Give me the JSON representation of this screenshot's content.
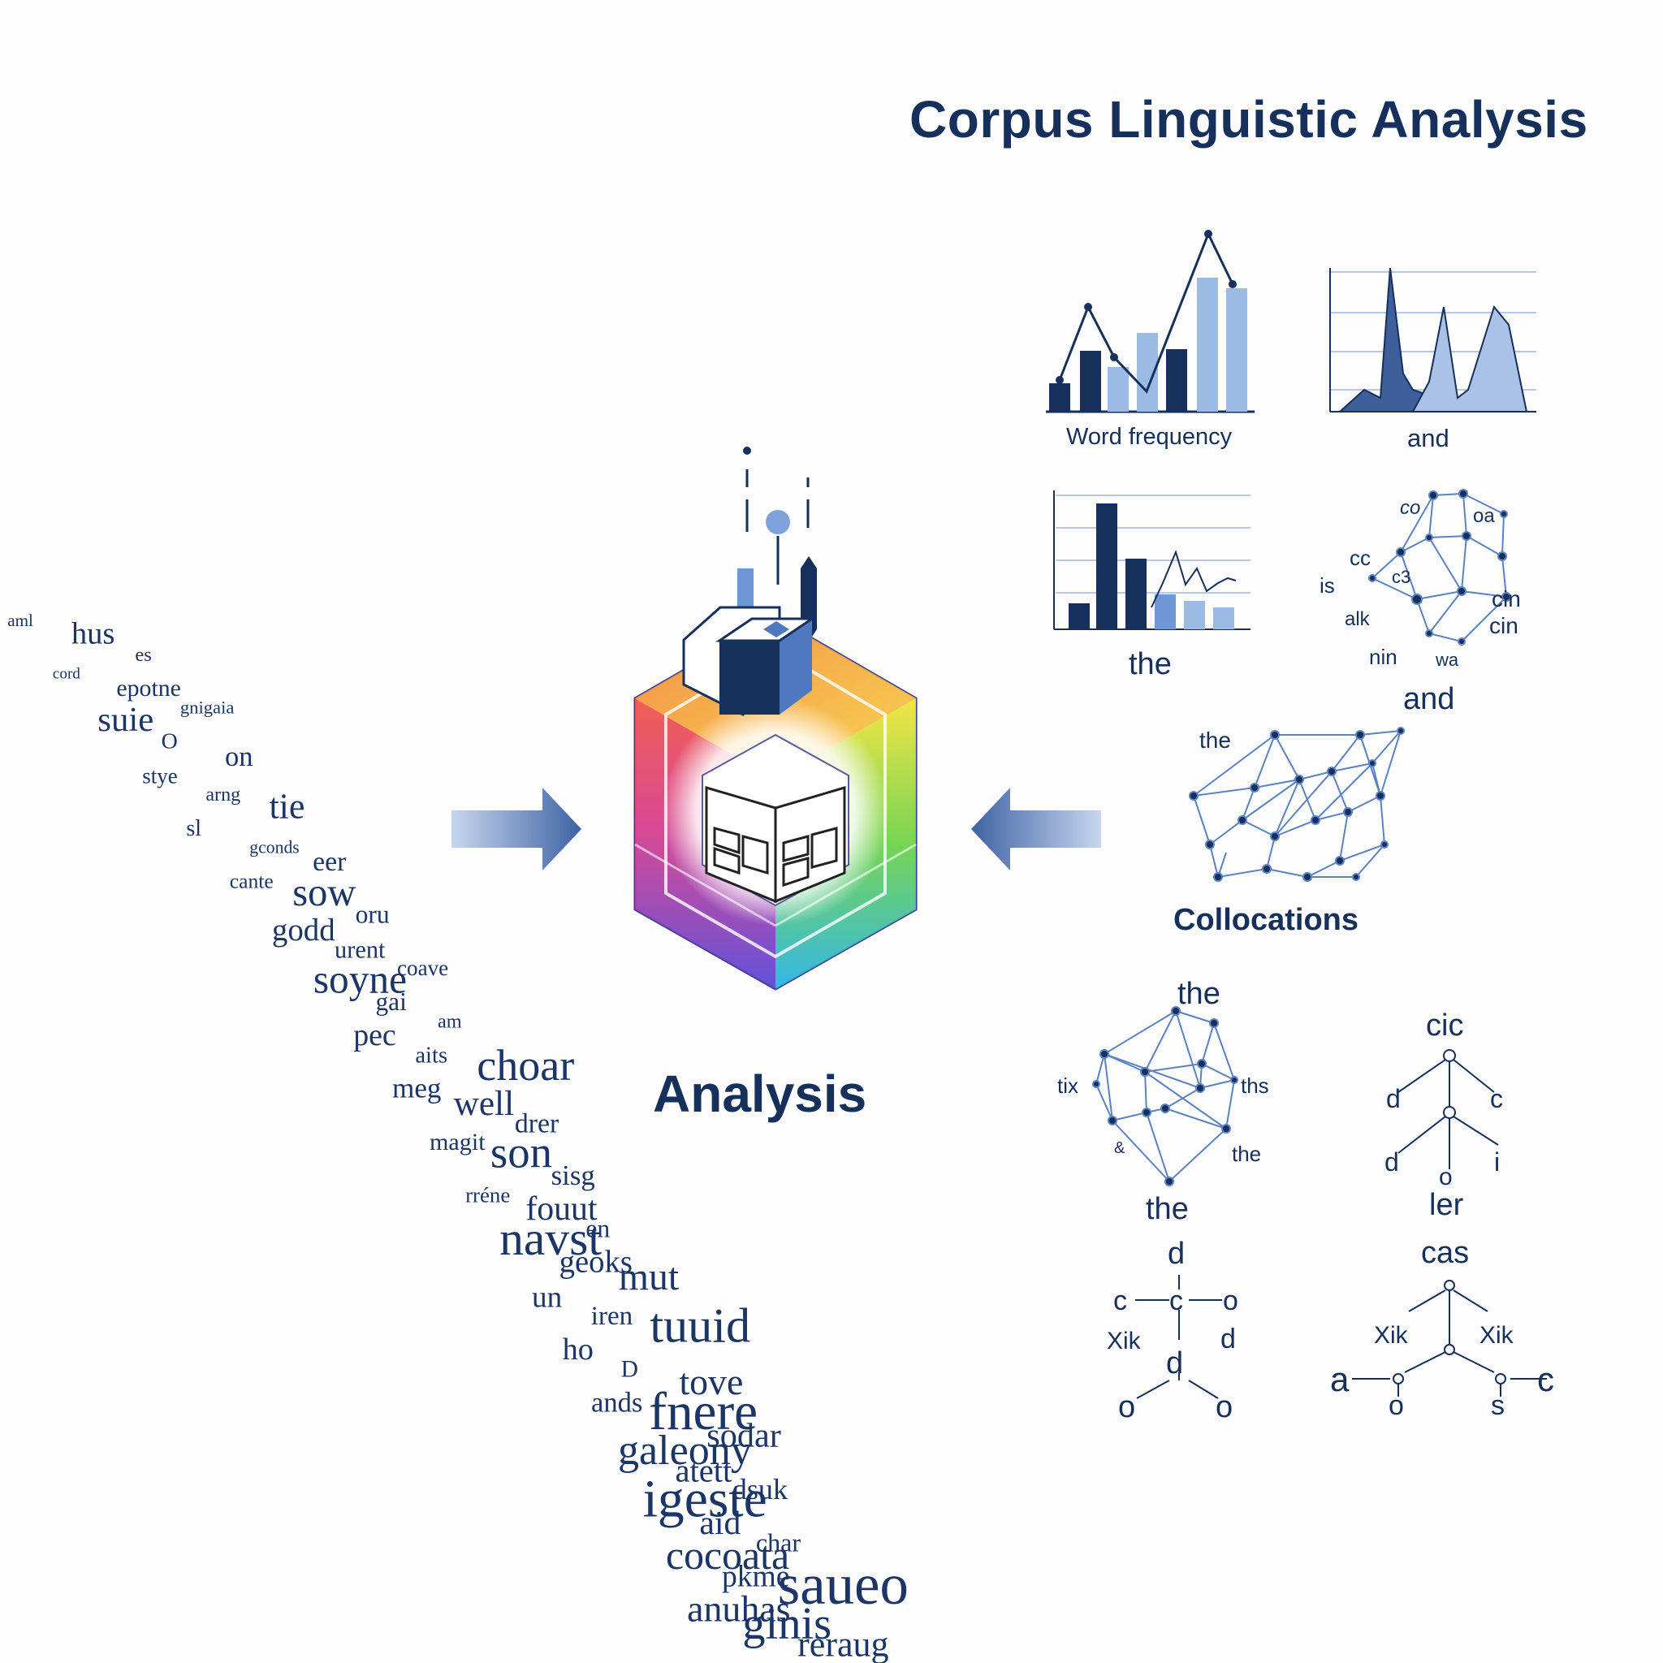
{
  "title": "Corpus Linguistic Analysis",
  "center_label": "Analysis",
  "colors": {
    "navy": "#16305c",
    "mid_blue": "#5b82c4",
    "light_blue": "#9bbbe4",
    "arrow_blue": "#4b6fad"
  },
  "icons": {
    "center": "analysis-cube-icon",
    "arrow_left": "arrow-right-icon",
    "arrow_right": "arrow-left-icon"
  },
  "panels": {
    "bar_line": {
      "label": "Word frequency"
    },
    "area": {
      "label": "and"
    },
    "bar_small": {
      "label": "the"
    },
    "network_small": {
      "label": "and",
      "nodes": [
        "co",
        "oa",
        "cc",
        "c3",
        "is",
        "cin",
        "alk",
        "cin",
        "nin",
        "wa"
      ]
    },
    "collocations": {
      "label": "Collocations",
      "node_label": "the"
    },
    "network_bottom": {
      "top_label": "the",
      "bottom_label": "the",
      "nodes": [
        "tix",
        "ths",
        "&",
        "the"
      ]
    },
    "tree_right": {
      "top_label": "cic",
      "nodes": [
        "d",
        "c",
        "d",
        "i",
        "o"
      ],
      "bottom_label": "ler"
    },
    "molecule_left": {
      "nodes": [
        "d",
        "c",
        "c",
        "o",
        "Xik",
        "d",
        "d",
        "o",
        "o"
      ]
    },
    "molecule_right": {
      "top_label": "cas",
      "nodes": [
        "Xik",
        "Xik",
        "a",
        "c",
        "o",
        "s"
      ]
    }
  },
  "word_stream": [
    "aml",
    "hus",
    "es",
    "cord",
    "epotne",
    "gnigaia",
    "suie",
    "O",
    "on",
    "stye",
    "arng",
    "tie",
    "sl",
    "gconds",
    "eer",
    "cante",
    "sow",
    "oru",
    "godd",
    "urent",
    "coave",
    "soyne",
    "gai",
    "am",
    "pec",
    "aits",
    "choar",
    "meg",
    "well",
    "drer",
    "magit",
    "son",
    "sisg",
    "rréne",
    "fouut",
    "en",
    "navst",
    "geoks",
    "mut",
    "un",
    "iren",
    "tuuid",
    "ho",
    "D",
    "tove",
    "ands",
    "fnere",
    "sodar",
    "galeony",
    "atett",
    "dsuk",
    "igeste",
    "aid",
    "char",
    "cocoata",
    "pkme",
    "saueo",
    "anuhas",
    "ginis",
    "reraug"
  ]
}
